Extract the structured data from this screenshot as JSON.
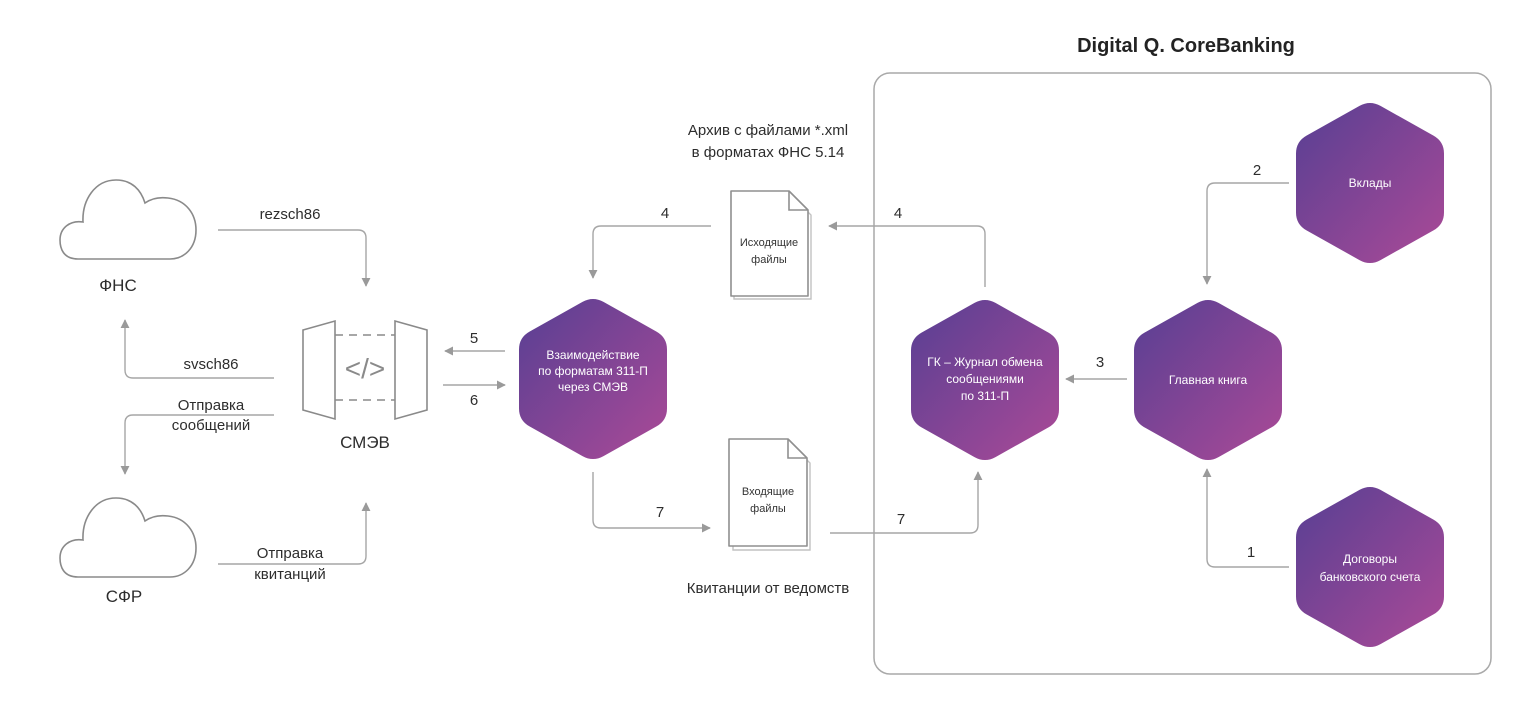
{
  "title": "Digital Q. CoreBanking",
  "colors": {
    "hex_start": "#573f93",
    "hex_end": "#ab4a97",
    "line": "#a6a6a6",
    "text": "#2d2d2d"
  },
  "external": {
    "fns": {
      "label": "ФНС",
      "icon": "cloud-icon"
    },
    "sfr": {
      "label": "СФР",
      "icon": "cloud-icon"
    },
    "smev": {
      "label": "СМЭВ",
      "icon": "code-gateway-icon",
      "glyph": "</>"
    }
  },
  "documents": {
    "outgoing": {
      "label_lines": [
        "Исходящие",
        "файлы"
      ],
      "caption_lines": [
        "Архив с файлами *.xml",
        "в форматах ФНС 5.14"
      ],
      "icon": "document-icon"
    },
    "incoming": {
      "label_lines": [
        "Входящие",
        "файлы"
      ],
      "caption_lines": [
        "Квитанции от ведомств"
      ],
      "icon": "document-icon"
    }
  },
  "nodes": {
    "interaction": {
      "lines": [
        "Взаимодействие",
        "по форматам 311-П",
        "через СМЭВ"
      ]
    },
    "journal": {
      "lines": [
        "ГК – Журнал обмена",
        "сообщениями",
        "по 311-П"
      ]
    },
    "ledger": {
      "lines": [
        "Главная книга"
      ]
    },
    "deposits": {
      "lines": [
        "Вклады"
      ]
    },
    "contracts": {
      "lines": [
        "Договоры",
        "банковского счета"
      ]
    }
  },
  "flows": {
    "rezsch": {
      "label_lines": [
        "rezsch86"
      ]
    },
    "svsch": {
      "label_lines": [
        "svsch86"
      ]
    },
    "send_messages": {
      "label_lines": [
        "Отправка",
        "сообщений"
      ]
    },
    "send_receipts": {
      "label_lines": [
        "Отправка",
        "квитанций"
      ]
    },
    "step1": {
      "label": "1"
    },
    "step2": {
      "label": "2"
    },
    "step3": {
      "label": "3"
    },
    "step4_left": {
      "label": "4"
    },
    "step4_right": {
      "label": "4"
    },
    "step5": {
      "label": "5"
    },
    "step6": {
      "label": "6"
    },
    "step7_left": {
      "label": "7"
    },
    "step7_right": {
      "label": "7"
    }
  }
}
